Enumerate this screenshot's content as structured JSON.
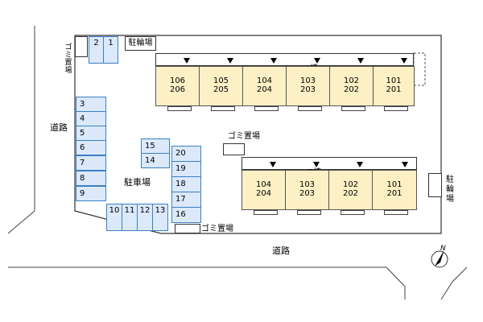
{
  "road_left": "道路",
  "road_bottom": "道路",
  "parking_label": "駐車場",
  "bike_top": "駐輪場",
  "bike_right": "駐輪場",
  "trash_left": "ゴミ置場",
  "trash_center": "ゴミ置場",
  "trash_bottom": "ゴミ置場",
  "building_a": {
    "label": "A棟",
    "units": [
      {
        "lower": "106",
        "upper": "206"
      },
      {
        "lower": "105",
        "upper": "205"
      },
      {
        "lower": "104",
        "upper": "204"
      },
      {
        "lower": "103",
        "upper": "203"
      },
      {
        "lower": "102",
        "upper": "202"
      },
      {
        "lower": "101",
        "upper": "201"
      }
    ]
  },
  "building_b": {
    "label": "B棟",
    "units": [
      {
        "lower": "104",
        "upper": "204"
      },
      {
        "lower": "103",
        "upper": "203"
      },
      {
        "lower": "102",
        "upper": "202"
      },
      {
        "lower": "101",
        "upper": "201"
      }
    ]
  },
  "parking": {
    "top": [
      "2",
      "1"
    ],
    "left_column": [
      "3",
      "4",
      "5",
      "6",
      "7",
      "8",
      "9"
    ],
    "bottom_row": [
      "10",
      "11",
      "12",
      "13"
    ],
    "middle_pair": [
      "15",
      "14"
    ],
    "right_column": [
      "20",
      "19",
      "18",
      "17",
      "16"
    ]
  },
  "north": "N"
}
